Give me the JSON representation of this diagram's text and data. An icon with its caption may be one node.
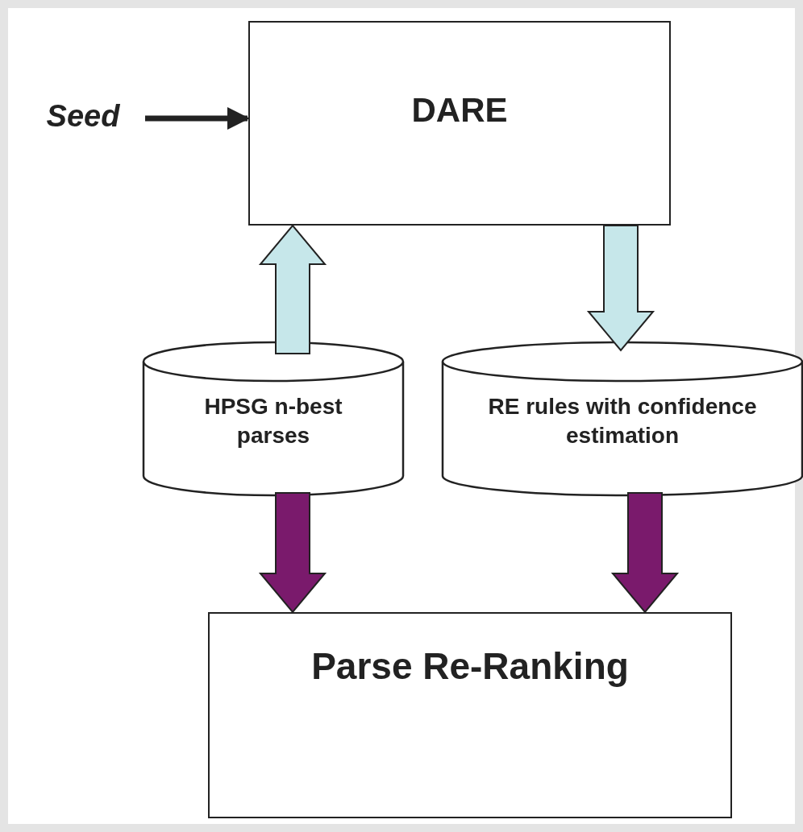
{
  "diagram": {
    "nodes": [
      {
        "text": [
          "Seed"
        ]
      },
      {
        "text": [
          "DARE"
        ]
      },
      {
        "text": [
          "HPSG n-best parses"
        ]
      },
      {
        "text": [
          "RE rules with confidence estimation"
        ]
      },
      {
        "text": [
          "Parse Re-Ranking"
        ]
      }
    ],
    "edges": [
      {
        "from": 0,
        "to": 1,
        "arrow": "to"
      },
      {
        "from": 2,
        "to": 1,
        "arrow": "to",
        "style": "thick",
        "color": "#c6e7ea"
      },
      {
        "from": 1,
        "to": 3,
        "arrow": "to",
        "style": "thick",
        "color": "#c6e7ea"
      },
      {
        "from": 2,
        "to": 4,
        "arrow": "to",
        "style": "thick",
        "color": "#7a1a6c"
      },
      {
        "from": 3,
        "to": 4,
        "arrow": "to",
        "style": "thick",
        "color": "#7a1a6c"
      }
    ]
  }
}
